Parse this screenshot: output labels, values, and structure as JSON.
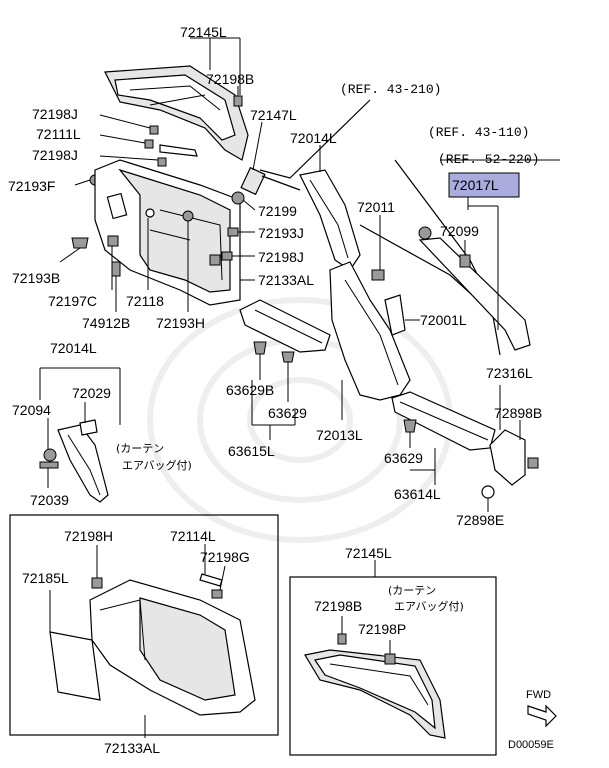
{
  "colors": {
    "ink": "#000000",
    "paper": "#ffffff",
    "highlight": "#a9acdc"
  },
  "refs": {
    "ref_43_210": "(REF. 43-210)",
    "ref_43_110": "(REF. 43-110)",
    "ref_52_220": "(REF. 52-220)"
  },
  "labels": {
    "p72145L_top": "72145L",
    "p72198B_top": "72198B",
    "p72198J_a": "72198J",
    "p72111L": "72111L",
    "p72198J_b": "72198J",
    "p72193F": "72193F",
    "p72147L": "72147L",
    "p72014L_top": "72014L",
    "p72199": "72199",
    "p72193J": "72193J",
    "p72198J_c": "72198J",
    "p72133AL_top": "72133AL",
    "p72193B": "72193B",
    "p72197C": "72197C",
    "p72118": "72118",
    "p74912B": "74912B",
    "p72193H": "72193H",
    "p72011": "72011",
    "p72017L": "72017L",
    "p72099": "72099",
    "p72001L": "72001L",
    "p72014L_mid": "72014L",
    "p72029": "72029",
    "p72094": "72094",
    "p72039": "72039",
    "p63629B": "63629B",
    "p63629_a": "63629",
    "p63615L": "63615L",
    "p72013L": "72013L",
    "p63629_b": "63629",
    "p63614L": "63614L",
    "p72316L": "72316L",
    "p72898B": "72898B",
    "p72898E": "72898E",
    "p72198H": "72198H",
    "p72114L": "72114L",
    "p72198G": "72198G",
    "p72185L": "72185L",
    "p72133AL_bottom": "72133AL",
    "p72145L_bottom": "72145L",
    "p72198B_bottom": "72198B",
    "p72198P": "72198P"
  },
  "notes": {
    "curtain_airbag_1_line1": "(カーテン",
    "curtain_airbag_1_line2": "エアバッグ付)",
    "curtain_airbag_2_line1": "(カーテン",
    "curtain_airbag_2_line2": "エアバッグ付)"
  },
  "fwd_label": "FWD",
  "diagram_code": "D00059E"
}
